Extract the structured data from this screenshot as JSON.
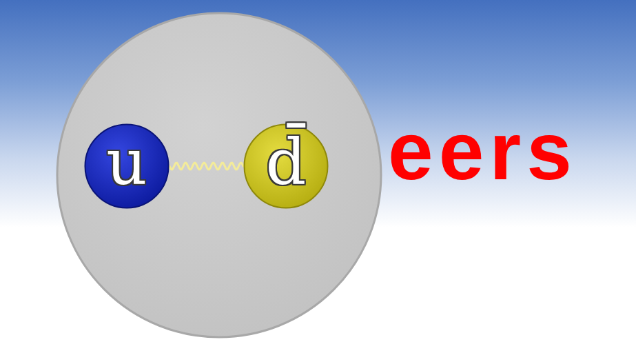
{
  "diagram": {
    "nodes": [
      {
        "text": [
          "u"
        ]
      },
      {
        "text": [
          "d̄"
        ]
      }
    ],
    "edges": [
      {
        "from": 0,
        "to": 1,
        "arrow": "none"
      }
    ],
    "labels": [
      "eers"
    ]
  }
}
